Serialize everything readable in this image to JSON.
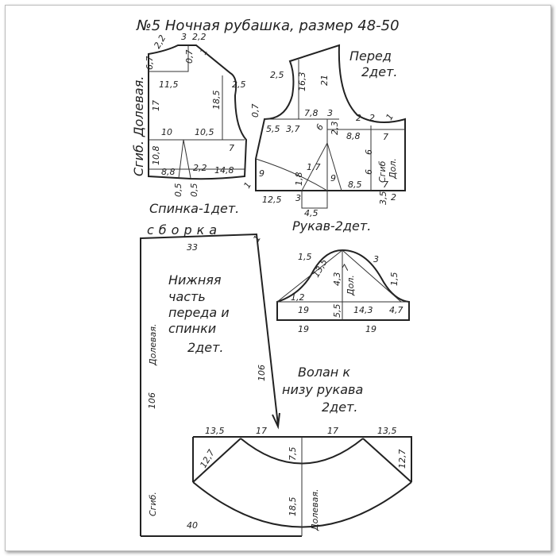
{
  "title": "№5 Ночная рубашка, размер 48-50",
  "back": {
    "name": "Спинка-1дет.",
    "fold_label": "Сгиб. Долевая.",
    "measures": [
      "2,2",
      "3",
      "2,2",
      "1",
      "6,7",
      "0,7",
      "2,5",
      "11,5",
      "17",
      "18,5",
      "10",
      "10,5",
      "10,8",
      "7",
      "8,8",
      "2,2",
      "14,8",
      "0,5",
      "0,5",
      "1"
    ]
  },
  "front": {
    "name": "Перед",
    "count": "2дет.",
    "fold_label": "Сгиб",
    "grain_label": "Дол.",
    "measures": [
      "2,5",
      "16,3",
      "21",
      "0,7",
      "7,8",
      "3",
      "5,5",
      "3,7",
      "6",
      "2,3",
      "2",
      "2",
      "1",
      "8,8",
      "7",
      "6",
      "6",
      "9",
      "1,8",
      "1,7",
      "9",
      "8,5",
      "7",
      "12,5",
      "3",
      "4,5",
      "3,5",
      "2"
    ]
  },
  "sleeve": {
    "name": "Рукав-2дет.",
    "grain_label": "Дол.",
    "measures": [
      "1,5",
      "13,5",
      "4,3",
      "7",
      "3",
      "1,5",
      "1,2",
      "19",
      "5,5",
      "14,3",
      "4,7",
      "19",
      "19"
    ]
  },
  "skirt": {
    "gather_label": "сборка",
    "name_lines": [
      "Нижняя",
      "часть",
      "переда и",
      "спинки",
      "2дет."
    ],
    "grain_label": "Долевая.",
    "fold_label": "Сгиб.",
    "measures": [
      "33",
      "1",
      "106",
      "106",
      "40"
    ]
  },
  "flounce": {
    "name_lines": [
      "Волан к",
      "низу рукава",
      "2дет."
    ],
    "grain_label": "Долевая.",
    "measures": [
      "13,5",
      "17",
      "17",
      "13,5",
      "12,7",
      "7,5",
      "12,7",
      "18,5"
    ]
  }
}
